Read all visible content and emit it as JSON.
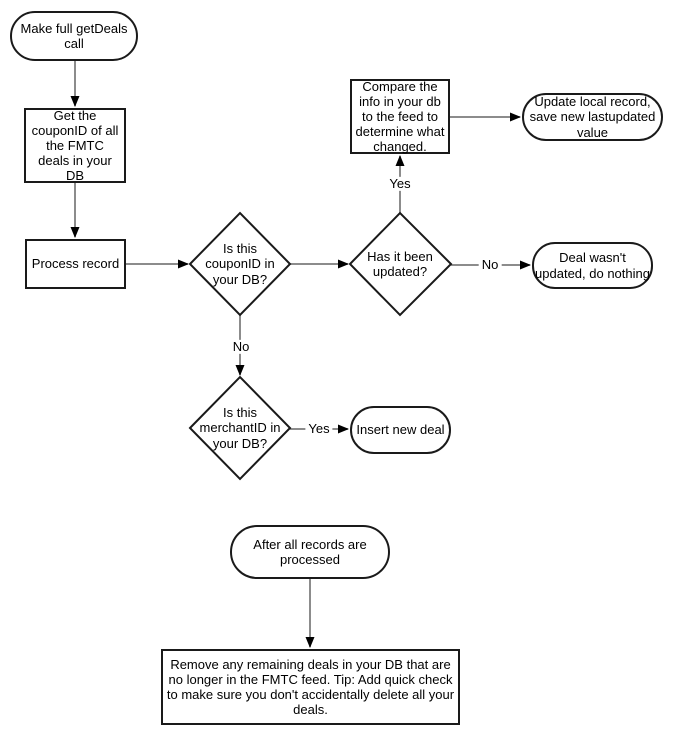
{
  "colors": {
    "background": "#ffffff",
    "shape_border": "#1a1a1a",
    "shape_fill": "#ffffff",
    "connector": "#666666",
    "arrowhead": "#000000",
    "text": "#000000"
  },
  "nodes": {
    "start": {
      "type": "terminal",
      "label": "Make full getDeals call"
    },
    "get_coupon_ids": {
      "type": "process",
      "label": "Get the couponID of all the FMTC deals in your DB"
    },
    "process_record": {
      "type": "process",
      "label": "Process record"
    },
    "coupon_in_db": {
      "type": "decision",
      "label": "Is this couponID in your DB?"
    },
    "has_updated": {
      "type": "decision",
      "label": "Has it been updated?"
    },
    "compare_info": {
      "type": "process",
      "label": "Compare the info in your db to the feed to determine what changed."
    },
    "update_local": {
      "type": "terminal",
      "label": "Update local record, save new lastupdated value"
    },
    "deal_not_updated": {
      "type": "terminal",
      "label": "Deal wasn't updated, do nothing"
    },
    "merchant_in_db": {
      "type": "decision",
      "label": "Is this merchantID in your DB?"
    },
    "insert_new_deal": {
      "type": "terminal",
      "label": "Insert new deal"
    },
    "after_processed": {
      "type": "terminal",
      "label": "After all records are processed"
    },
    "remove_remaining": {
      "type": "process",
      "label": "Remove any remaining deals in your DB that are no longer in the FMTC feed. Tip: Add quick check to make sure you don't accidentally delete all your deals."
    }
  },
  "edge_labels": {
    "has_updated_yes": "Yes",
    "has_updated_no": "No",
    "coupon_in_db_no": "No",
    "merchant_in_db_yes": "Yes"
  }
}
